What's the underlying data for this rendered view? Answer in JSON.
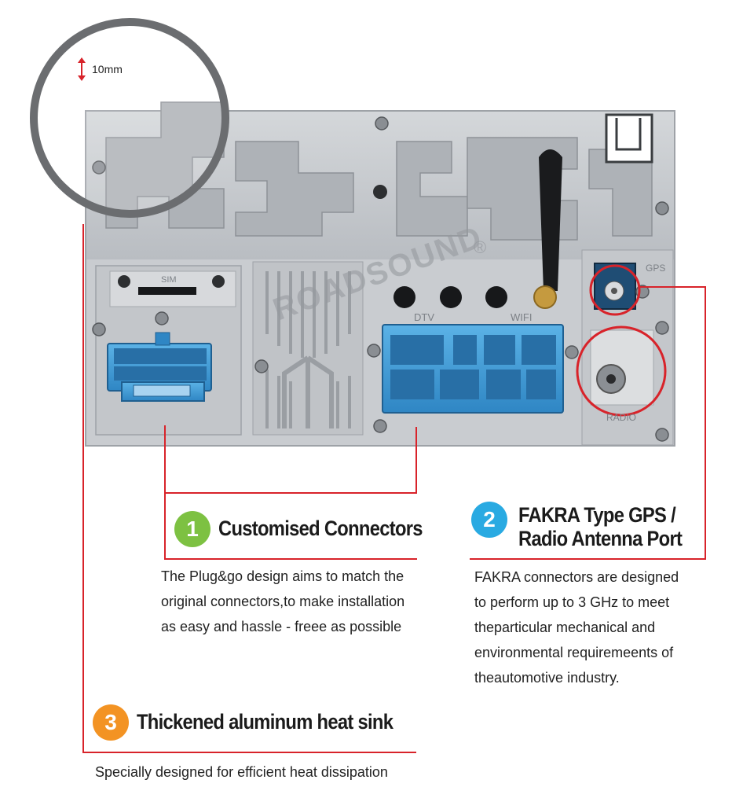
{
  "colors": {
    "accent_red": "#d8232a",
    "badge_green": "#7dc142",
    "badge_blue": "#29aae2",
    "badge_orange": "#f39323",
    "connector_blue": "#3f9fd8"
  },
  "image_labels": {
    "measure": "10mm",
    "sim": "SIM",
    "dtv": "DTV",
    "wifi": "WIFI",
    "gps": "GPS",
    "radio": "RADIO",
    "brand_watermark": "ROADSOUND",
    "registered": "®"
  },
  "features": [
    {
      "number": "1",
      "title": "Customised Connectors",
      "description": [
        "The Plug&go design aims to match the",
        "original connectors,to make installation",
        "as easy and hassle - freee as possible"
      ]
    },
    {
      "number": "2",
      "title_lines": [
        "FAKRA Type GPS /",
        "Radio Antenna Port"
      ],
      "description": [
        "FAKRA connectors are designed",
        "to perform up to 3 GHz to meet",
        "theparticular mechanical and",
        "environmental requiremeents  of",
        "theautomotive industry."
      ]
    },
    {
      "number": "3",
      "title": "Thickened aluminum heat sink",
      "description": [
        "Specially designed for efficient heat dissipation"
      ]
    }
  ]
}
